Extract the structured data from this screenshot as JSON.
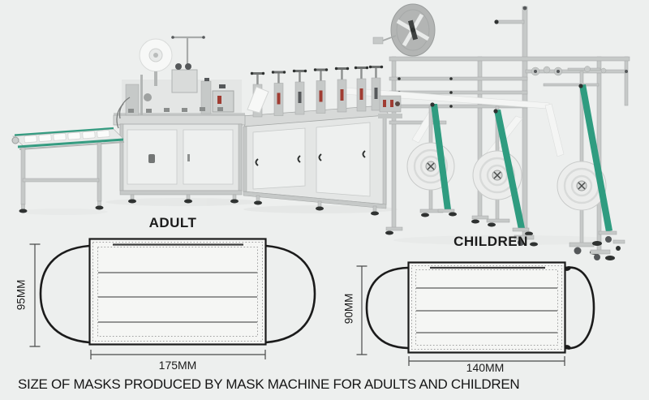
{
  "caption": "SIZE OF MASKS PRODUCED BY MASK MACHINE FOR ADULTS AND CHILDREN",
  "masks": {
    "adult": {
      "label": "ADULT",
      "width_label": "175MM",
      "height_label": "95MM"
    },
    "children": {
      "label": "CHILDREN",
      "width_label": "140MM",
      "height_label": "90MM"
    }
  },
  "machine": {
    "alt": "automatic mask production line: output conveyor, folding and welding modules, fabric roll unwinder rack with three nonwoven rolls and teal tension straps"
  },
  "colors": {
    "bg": "#edefee",
    "ink": "#1b1b1b",
    "dim": "#4a4a4a",
    "dots": "#a0a0a0",
    "pleat": "#757575",
    "wire": "#3c3c3c",
    "mask_fill": "#f5f6f4",
    "panel": "#e4e6e5",
    "door": "#eef0ef",
    "frame": "#c6c9c8",
    "deck": "#d7d9d8",
    "shadow": "#a3a6a5",
    "metal_dark": "#55585a",
    "foot": "#2f3231",
    "belt_teal": "#359c81",
    "strap_teal": "#2f9c80",
    "red_accent": "#a03c32",
    "roll_white": "#ecedec",
    "web_white": "#f4f5f4",
    "disc_gray": "#b3b5b4"
  }
}
